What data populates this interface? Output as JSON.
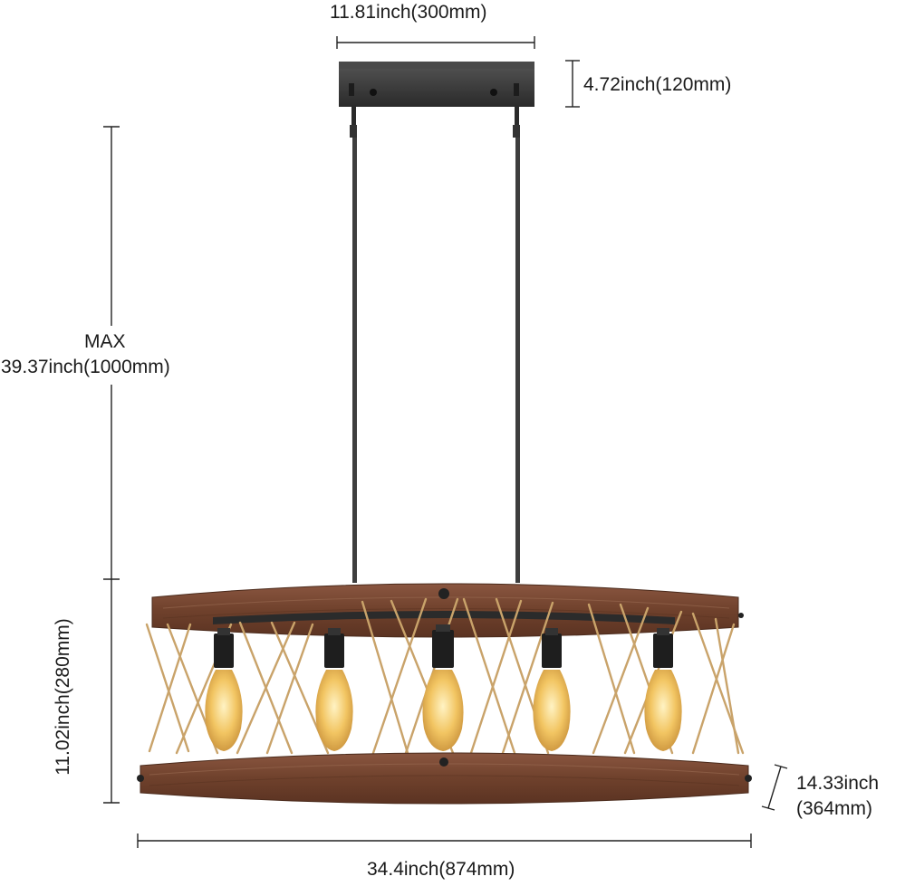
{
  "dimensions": {
    "canopy_width": "11.81inch(300mm)",
    "canopy_height": "4.72inch(120mm)",
    "max_drop_line1": "MAX",
    "max_drop_line2": "39.37inch(1000mm)",
    "fixture_height": "11.02inch(280mm)",
    "fixture_depth_line1": "14.33inch",
    "fixture_depth_line2": "(364mm)",
    "fixture_length": "34.4inch(874mm)"
  },
  "fixture": {
    "bulb_count": 5,
    "wood_color": "#7b4a33",
    "metal_color": "#3a3a3a",
    "rope_color": "#c9a36a",
    "bulb_color": "#f0c05a"
  }
}
